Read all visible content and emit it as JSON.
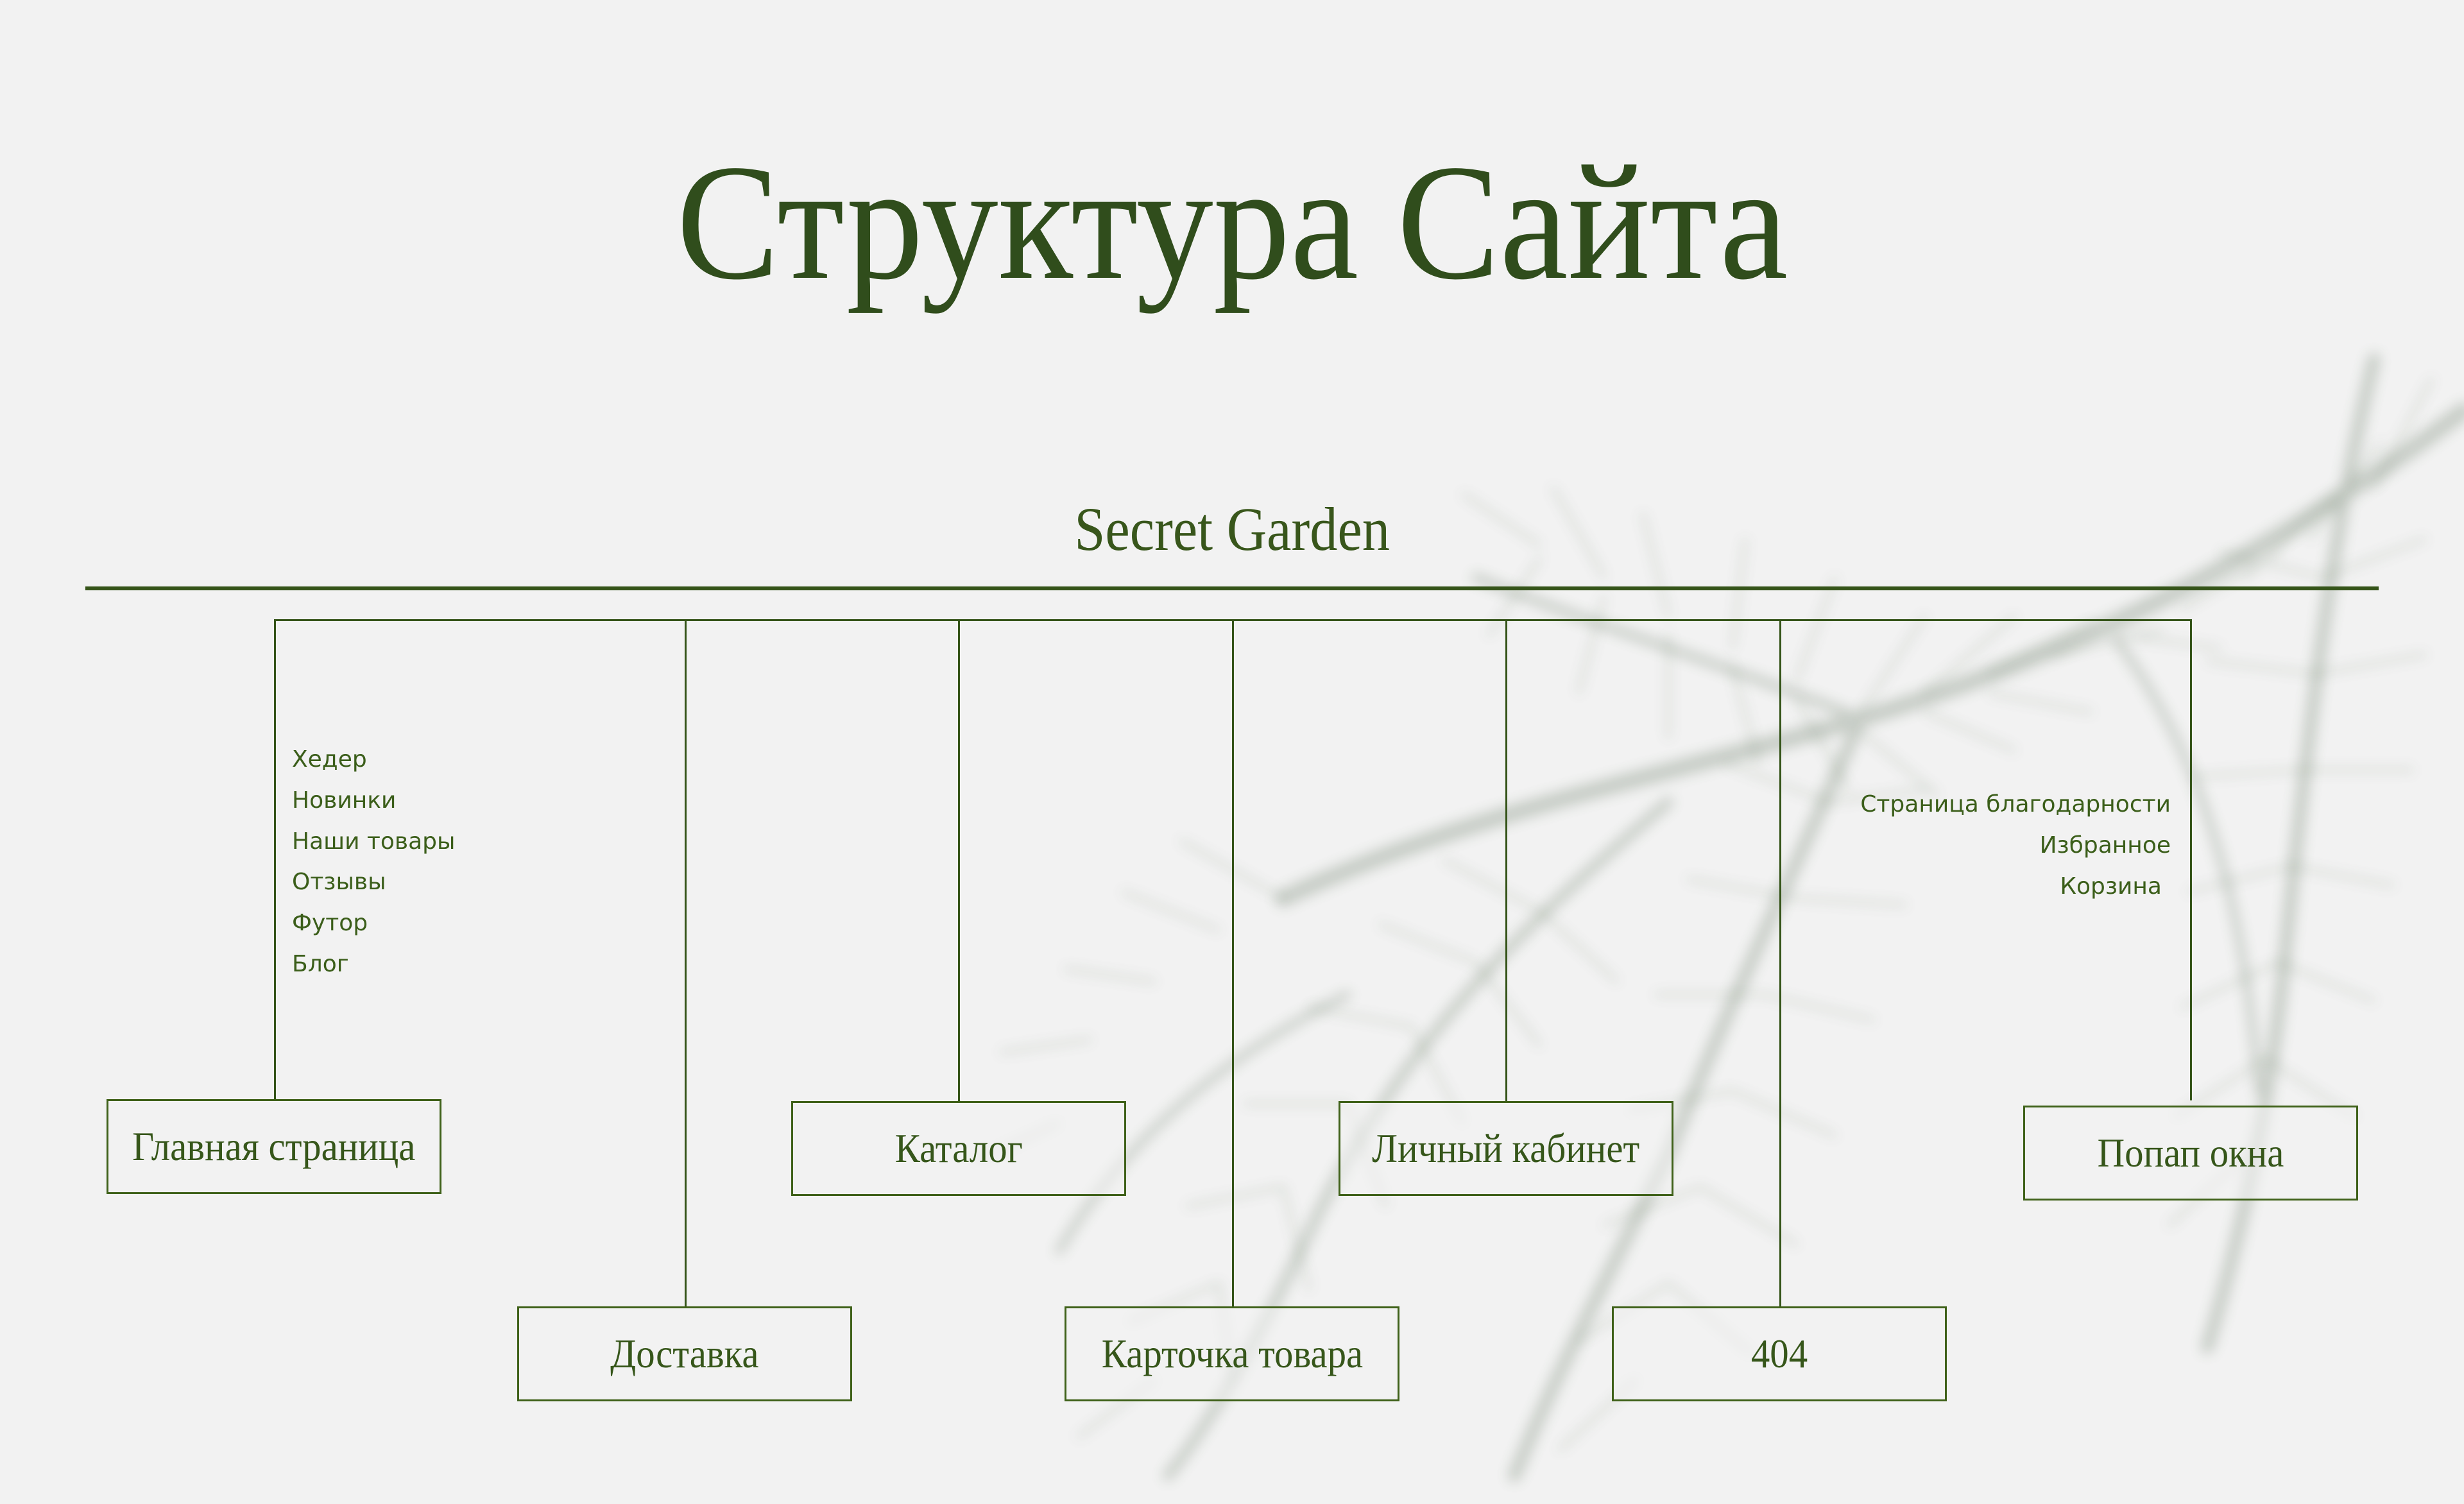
{
  "page": {
    "title": "Структура Сайта",
    "root": "Secret Garden",
    "colors": {
      "background": "#f2f2f2",
      "title": "#304d1c",
      "line": "#355419",
      "text": "#3b5e1a"
    }
  },
  "tree": {
    "nodes": [
      {
        "id": "glavnaya",
        "label": "Главная страница",
        "row": 1
      },
      {
        "id": "dostavka",
        "label": "Доставка",
        "row": 2
      },
      {
        "id": "katalog",
        "label": "Каталог",
        "row": 1
      },
      {
        "id": "kartochka",
        "label": "Карточка товара",
        "row": 2
      },
      {
        "id": "lichny",
        "label": "Личный кабинет",
        "row": 1
      },
      {
        "id": "404",
        "label": "404",
        "row": 2
      },
      {
        "id": "popap",
        "label": "Попап окна",
        "row": 1
      }
    ],
    "main_page_sections": [
      "Хедер",
      "Новинки",
      "Наши товары",
      "Отзывы",
      "Футор",
      "Блог"
    ],
    "popup_items": [
      "Страница благодарности",
      "Избранное",
      "Корзина"
    ]
  }
}
